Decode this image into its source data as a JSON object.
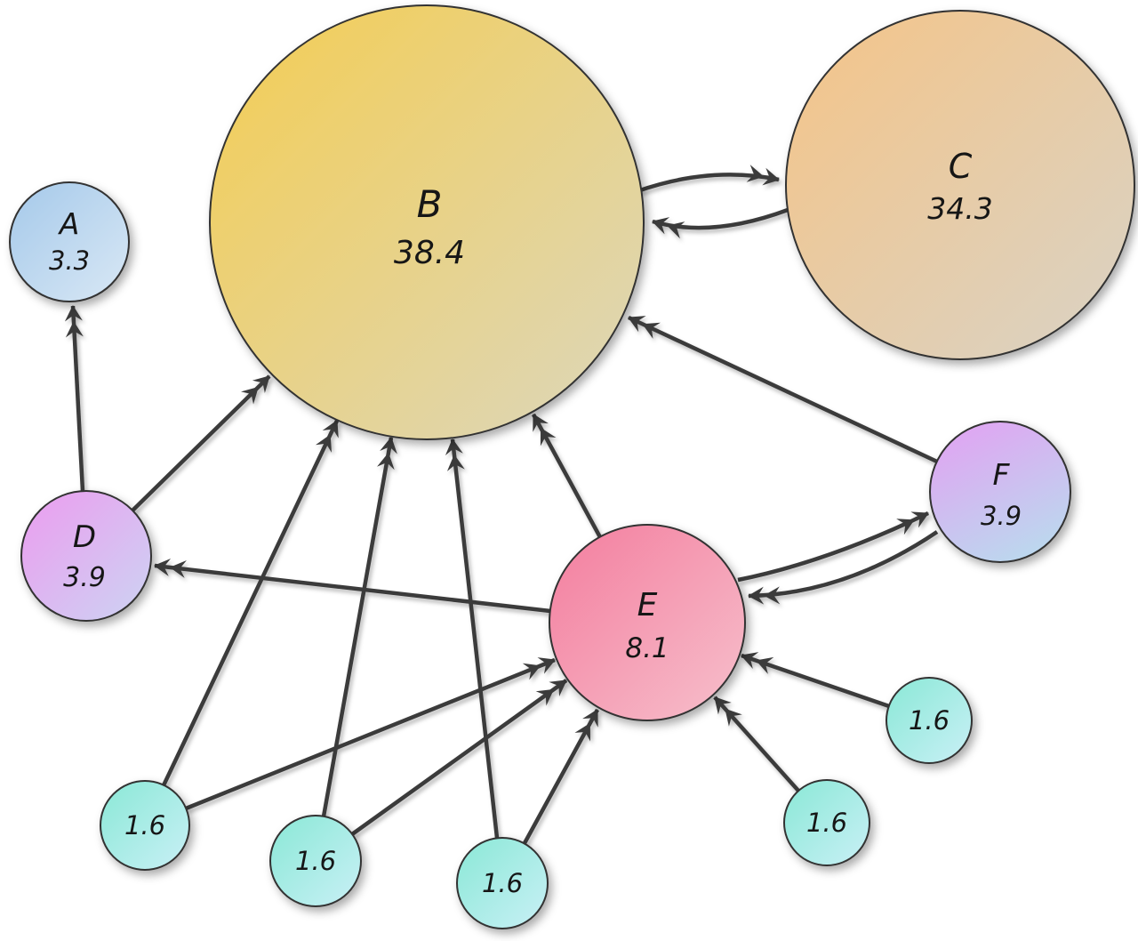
{
  "diagram": {
    "background": "#ffffff",
    "arrow_color": "#3b3b3b",
    "outline_color": "#333333",
    "nodes": {
      "A": {
        "label": "A",
        "value": "3.3"
      },
      "B": {
        "label": "B",
        "value": "38.4"
      },
      "C": {
        "label": "C",
        "value": "34.3"
      },
      "D": {
        "label": "D",
        "value": "3.9"
      },
      "E": {
        "label": "E",
        "value": "8.1"
      },
      "F": {
        "label": "F",
        "value": "3.9"
      },
      "small1": {
        "label": "",
        "value": "1.6"
      },
      "small2": {
        "label": "",
        "value": "1.6"
      },
      "small3": {
        "label": "",
        "value": "1.6"
      },
      "small4": {
        "label": "",
        "value": "1.6"
      },
      "small5": {
        "label": "",
        "value": "1.6"
      }
    },
    "palette": {
      "A": {
        "top": "#a5c9ea",
        "bottom": "#d9e8f5"
      },
      "B": {
        "top": "#f4cd52",
        "bottom": "#dcd7bd"
      },
      "C": {
        "top": "#f5c487",
        "bottom": "#d9d3c6"
      },
      "D": {
        "top": "#ec9cef",
        "bottom": "#ccd4f3"
      },
      "E": {
        "top": "#f47d9e",
        "bottom": "#f6c0cc"
      },
      "F": {
        "top": "#e0a5f2",
        "bottom": "#badaee"
      },
      "small": {
        "top": "#8ae8d6",
        "bottom": "#c9f0f6"
      }
    },
    "edges": [
      {
        "from": "D",
        "to": "A"
      },
      {
        "from": "D",
        "to": "B"
      },
      {
        "from": "B",
        "to": "C"
      },
      {
        "from": "C",
        "to": "B"
      },
      {
        "from": "E",
        "to": "B"
      },
      {
        "from": "E",
        "to": "D"
      },
      {
        "from": "E",
        "to": "F"
      },
      {
        "from": "F",
        "to": "E"
      },
      {
        "from": "F",
        "to": "B"
      },
      {
        "from": "small1",
        "to": "B"
      },
      {
        "from": "small1",
        "to": "E"
      },
      {
        "from": "small2",
        "to": "B"
      },
      {
        "from": "small2",
        "to": "E"
      },
      {
        "from": "small3",
        "to": "B"
      },
      {
        "from": "small3",
        "to": "E"
      },
      {
        "from": "small4",
        "to": "E"
      },
      {
        "from": "small5",
        "to": "E"
      }
    ]
  }
}
